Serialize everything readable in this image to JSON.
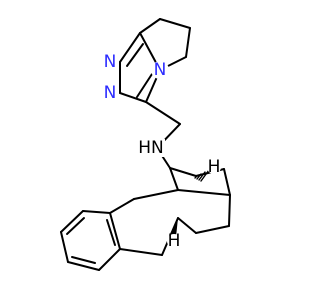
{
  "structure": {
    "atoms": {
      "n_triazole_top": {
        "symbol": "N",
        "color": "#2c2cff"
      },
      "n_triazole_bottom": {
        "symbol": "N",
        "color": "#2c2cff"
      },
      "n_bridgehead": {
        "symbol": "N",
        "color": "#2c2cff"
      },
      "nh_amine": {
        "symbol": "HN",
        "color": "#000000"
      },
      "h_stereo_upper": {
        "symbol": "H",
        "color": "#000000"
      },
      "h_stereo_lower": {
        "symbol": "H",
        "color": "#000000"
      }
    }
  }
}
